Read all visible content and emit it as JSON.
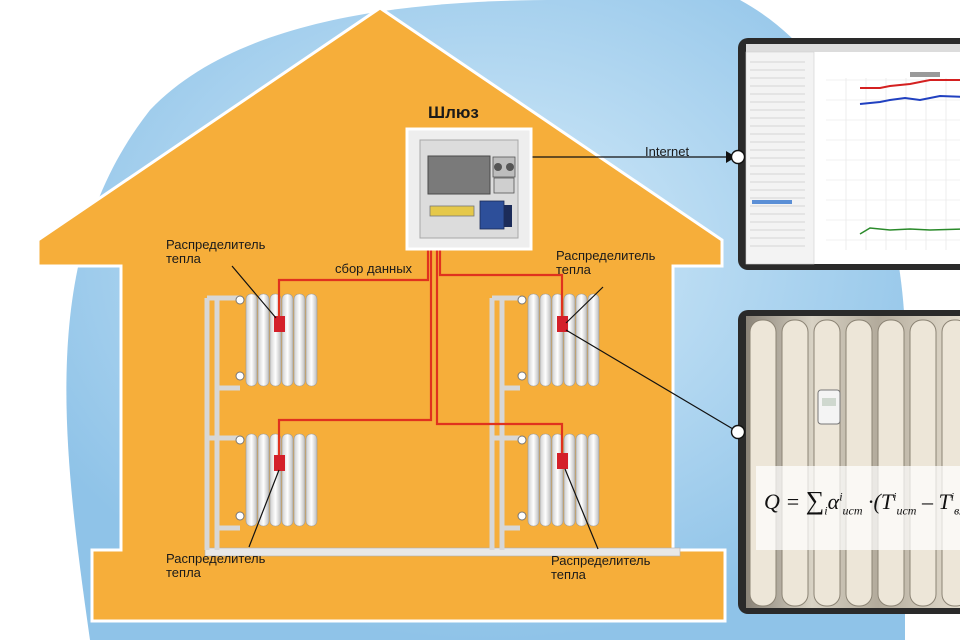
{
  "diagram": {
    "gateway_title": "Шлюз",
    "internet_label": "Internet",
    "collect_label": "сбор данных",
    "distributors": [
      {
        "line1": "Распределитель",
        "line2": "тепла"
      },
      {
        "line1": "Распределитель",
        "line2": "тепла"
      },
      {
        "line1": "Распределитель",
        "line2": "тепла"
      },
      {
        "line1": "Распределитель",
        "line2": "тепла"
      }
    ],
    "formula": {
      "lhs": "Q = ",
      "sum": "∑",
      "sum_index": "i",
      "alpha": "α",
      "alpha_sup": "i",
      "alpha_sub": "ист",
      "dot": " ·(",
      "t1": "T",
      "t1_sup": "i",
      "t1_sub": "ист",
      "minus": " – ",
      "t2": "T",
      "t2_sup": "i",
      "t2_sub": "вх"
    }
  },
  "colors": {
    "sky": "#a9d2ee",
    "house": "#f6ae3a",
    "wire": "#e0321e",
    "radiator": "#f3f3f3",
    "sensor": "#d4202a"
  }
}
